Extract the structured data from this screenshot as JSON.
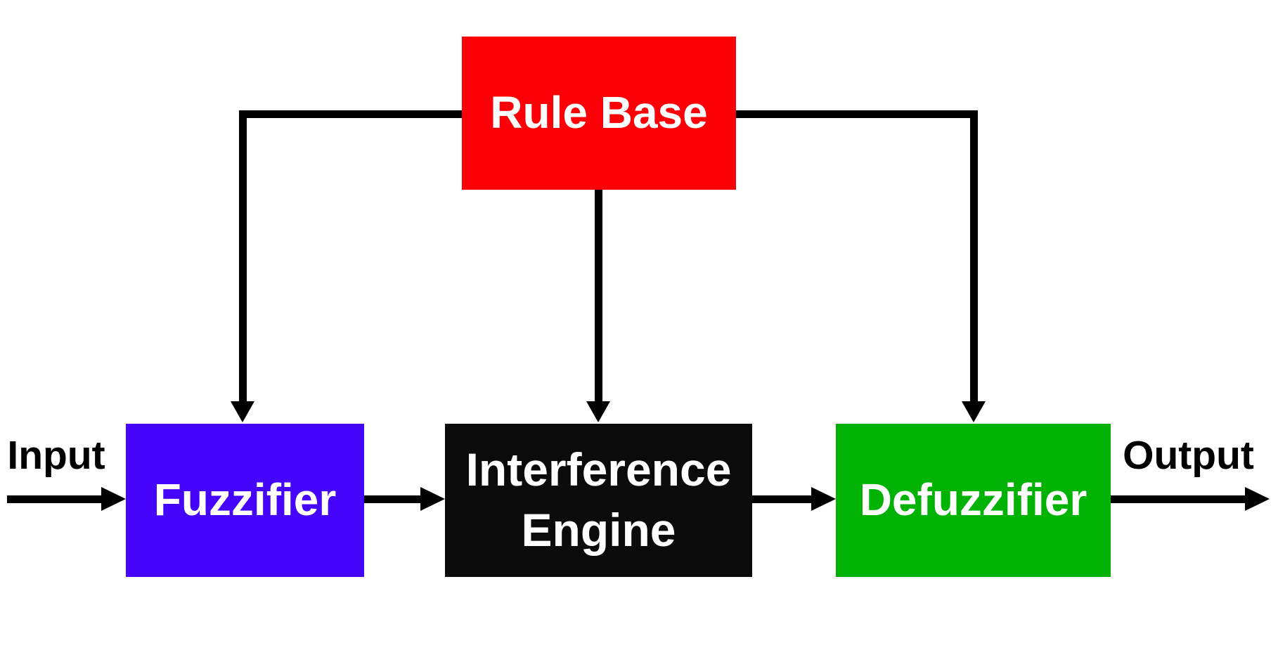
{
  "diagram": {
    "nodes": {
      "rule_base": {
        "label": "Rule Base",
        "fill": "#fb0007",
        "text_color": "#ffffff"
      },
      "fuzzifier": {
        "label": "Fuzzifier",
        "fill": "#4405fa",
        "text_color": "#ffffff"
      },
      "engine": {
        "label": "Interference Engine",
        "fill": "#0b0b0b",
        "text_color": "#ffffff"
      },
      "defuzzifier": {
        "label": "Defuzzifier",
        "fill": "#00b204",
        "text_color": "#ffffff"
      }
    },
    "labels": {
      "input": "Input",
      "output": "Output"
    },
    "connector_color": "#000000",
    "background_color": "#ffffff"
  }
}
